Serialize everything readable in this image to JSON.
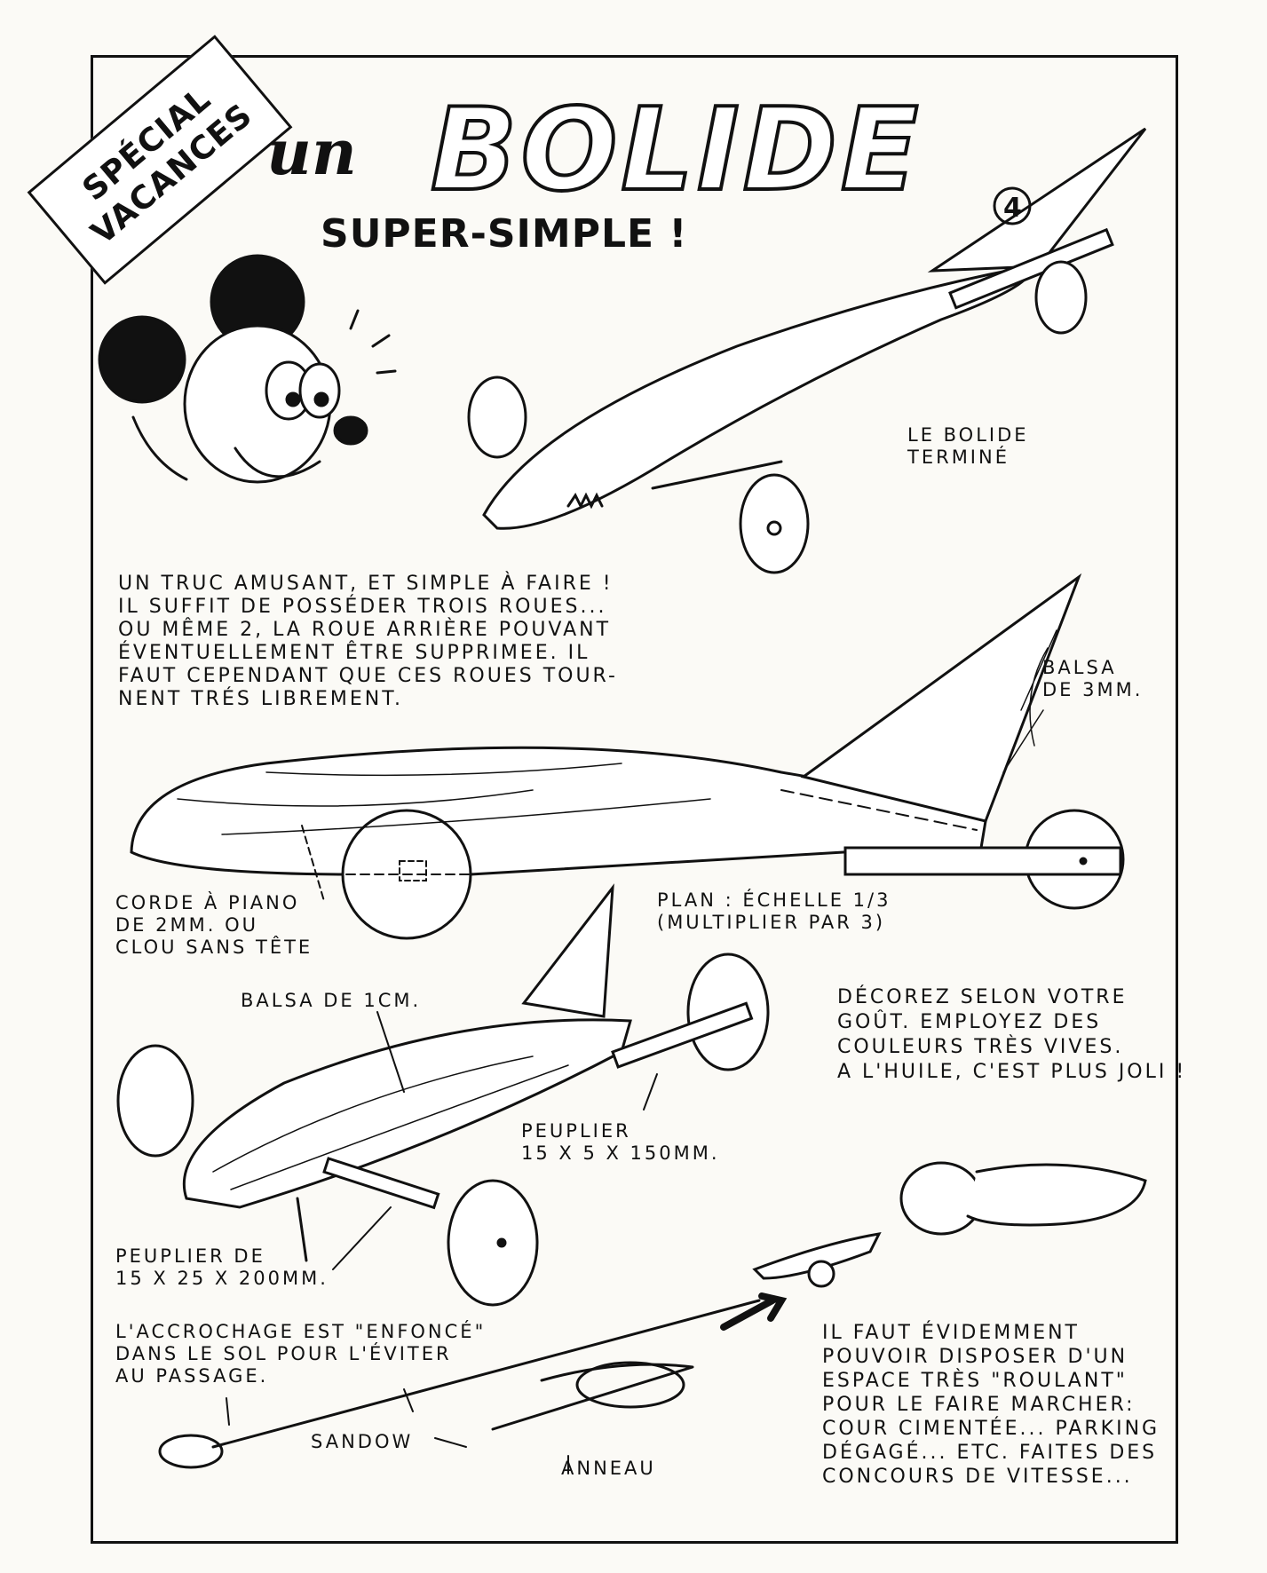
{
  "tag": {
    "line1": "SPÉCIAL",
    "line2": "VACANCES"
  },
  "title": {
    "prefix": "un",
    "main": "BOLIDE",
    "subtitle": "SUPER-SIMPLE !"
  },
  "car_number": "4",
  "captions": {
    "finished": "LE BOLIDE\nTERMINÉ",
    "intro": "UN TRUC AMUSANT, ET SIMPLE À FAIRE !\nIL SUFFIT DE POSSÉDER TROIS ROUES...\nOU MÊME 2, LA ROUE ARRIÈRE POUVANT\nÉVENTUELLEMENT ÊTRE SUPPRIMEE. IL\nFAUT CEPENDANT QUE CES ROUES TOUR-\nNENT TRÉS LIBREMENT.",
    "balsa_3mm": "BALSA\nDE 3mm.",
    "piano_wire": "CORDE À PIANO\nDE 2mm. OU\nCLOU SANS TÊTE",
    "scale": "PLAN : ÉCHELLE 1/3\n(MULTIPLIER PAR 3)",
    "balsa_1cm": "BALSA DE 1cm.",
    "decorate": "DÉCOREZ SELON VOTRE\nGOÛT. EMPLOYEZ DES\nCOULEURS TRÈS VIVES.\nA L'HUILE, C'EST PLUS JOLI !",
    "poplar_small": "PEUPLIER\n15 X 5 X 150mm.",
    "poplar_large": "PEUPLIER DE\n15 X 25 X 200mm.",
    "hook": "L'ACCROCHAGE EST \"ENFONCÉ\"\nDANS LE SOL POUR L'ÉVITER\nAU PASSAGE.",
    "sandow": "SANDOW",
    "ring": "ANNEAU",
    "space": "IL FAUT ÉVIDEMMENT\nPOUVOIR DISPOSER D'UN\nESPACE TRÈS \"ROULANT\"\nPOUR LE FAIRE MARCHER:\nCOUR CIMENTÉE... PARKING\nDÉGAGÉ... ETC. FAITES DES\nCONCOURS DE VITESSE..."
  }
}
